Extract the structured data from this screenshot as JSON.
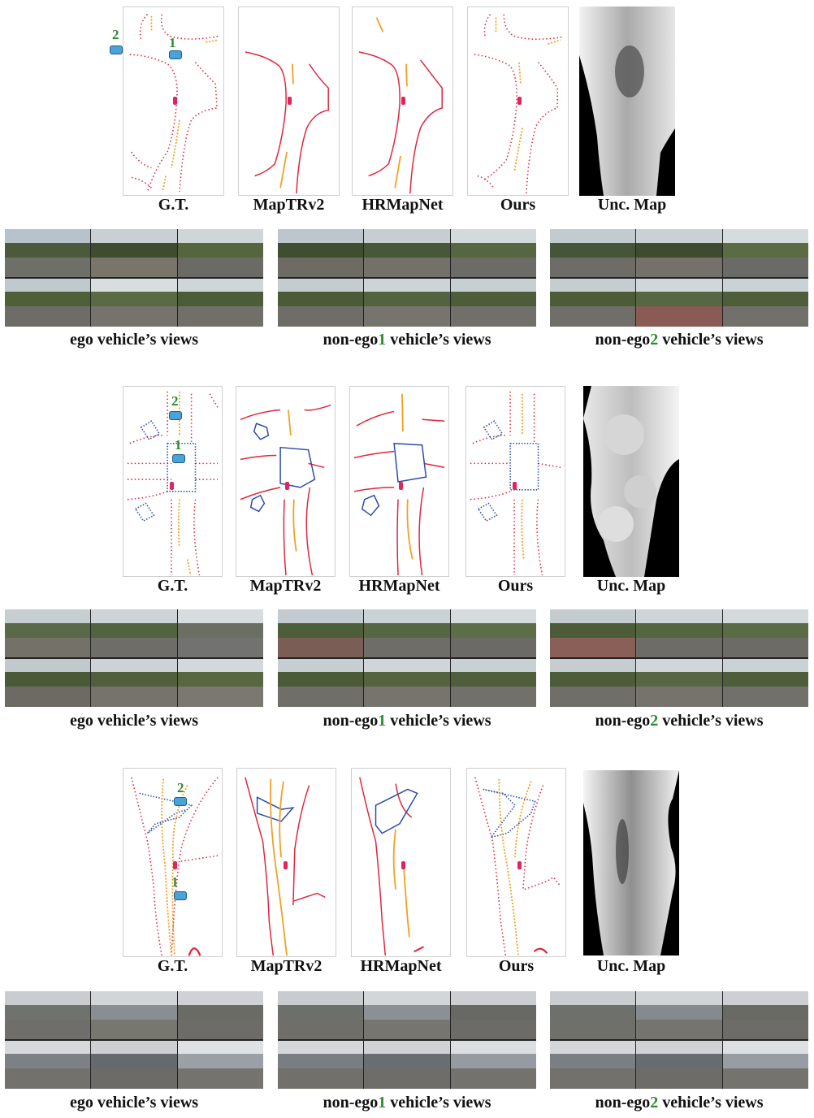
{
  "map_labels": [
    "G.T.",
    "MapTRv2",
    "HRMapNet",
    "Ours",
    "Unc. Map"
  ],
  "view_labels": [
    {
      "pre": "ego vehicle’s views",
      "num": "",
      "post": ""
    },
    {
      "pre": "non-ego",
      "num": "1",
      "post": " vehicle’s views"
    },
    {
      "pre": "non-ego",
      "num": "2",
      "post": " vehicle’s views"
    }
  ],
  "vehicle_ids": [
    "1",
    "2"
  ],
  "colors": {
    "boundary": "#e0243c",
    "divider": "#f0a020",
    "ped_crossing": "#2a4aa8",
    "vehicle_id": "#2e8b2e",
    "ego_vehicle": "#e0245e",
    "other_vehicle": "#4aa3d8"
  },
  "icons": [
    "car-icon",
    "ego-car-icon"
  ]
}
